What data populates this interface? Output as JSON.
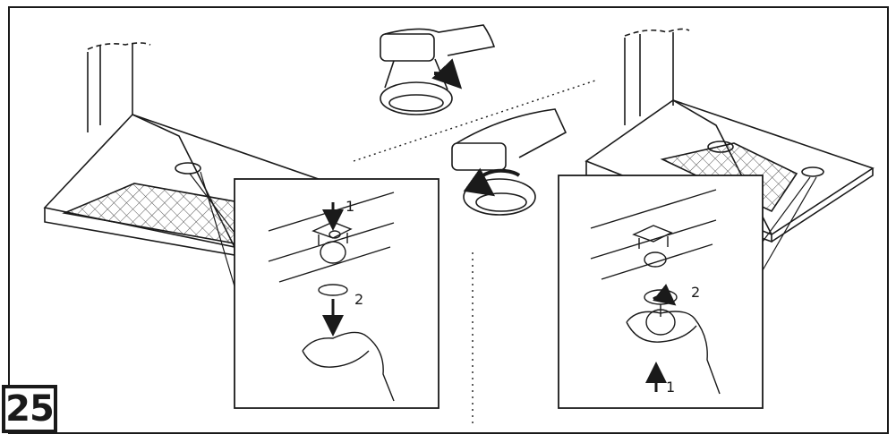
{
  "figure": {
    "number": "25",
    "step_labels": {
      "left_panel_press": "1",
      "left_panel_rotate": "2",
      "right_panel_lift": "1",
      "right_panel_rotate": "2"
    }
  },
  "colors": {
    "line": "#1a1a1a",
    "background": "#ffffff",
    "grid": "#555555"
  }
}
